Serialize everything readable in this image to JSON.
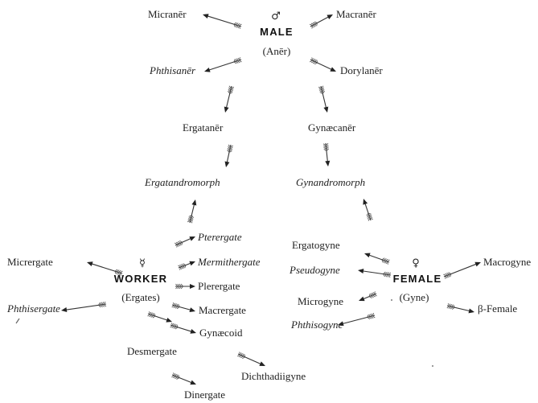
{
  "symbols": {
    "male": "♂",
    "female": "♀",
    "worker": "☿"
  },
  "male": {
    "title": "MALE",
    "sub": "(Anēr)"
  },
  "worker": {
    "title": "WORKER",
    "sub": "(Ergates)"
  },
  "female": {
    "title": "FEMALE",
    "sub": "(Gyne)"
  },
  "labels": {
    "micraner": "Micranēr",
    "macraner": "Macranēr",
    "phthisaner": "Phthisanēr",
    "dorylaner": "Dorylanēr",
    "ergataner": "Ergatanēr",
    "gynaecaner": "Gynæcanēr",
    "ergatandromorph": "Ergatandromorph",
    "gynandromorph": "Gynandromorph",
    "pterergate": "Pterergate",
    "mermithergate": "Mermithergate",
    "plerergate": "Plerergate",
    "macrergate": "Macrergate",
    "gynaecoid": "Gynæcoid",
    "micrergate": "Micrergate",
    "phthisergate": "Phthisergate",
    "desmergate": "Desmergate",
    "dichthadiigyne": "Dichthadiigyne",
    "dinergate": "Dinergate",
    "ergatogyne": "Ergatogyne",
    "pseudogyne": "Pseudogyne",
    "microgyne": "Microgyne",
    "phthisogyne": "Phthisogyne",
    "macrogyne": "Macrogyne",
    "beta_female": "β-Female"
  }
}
